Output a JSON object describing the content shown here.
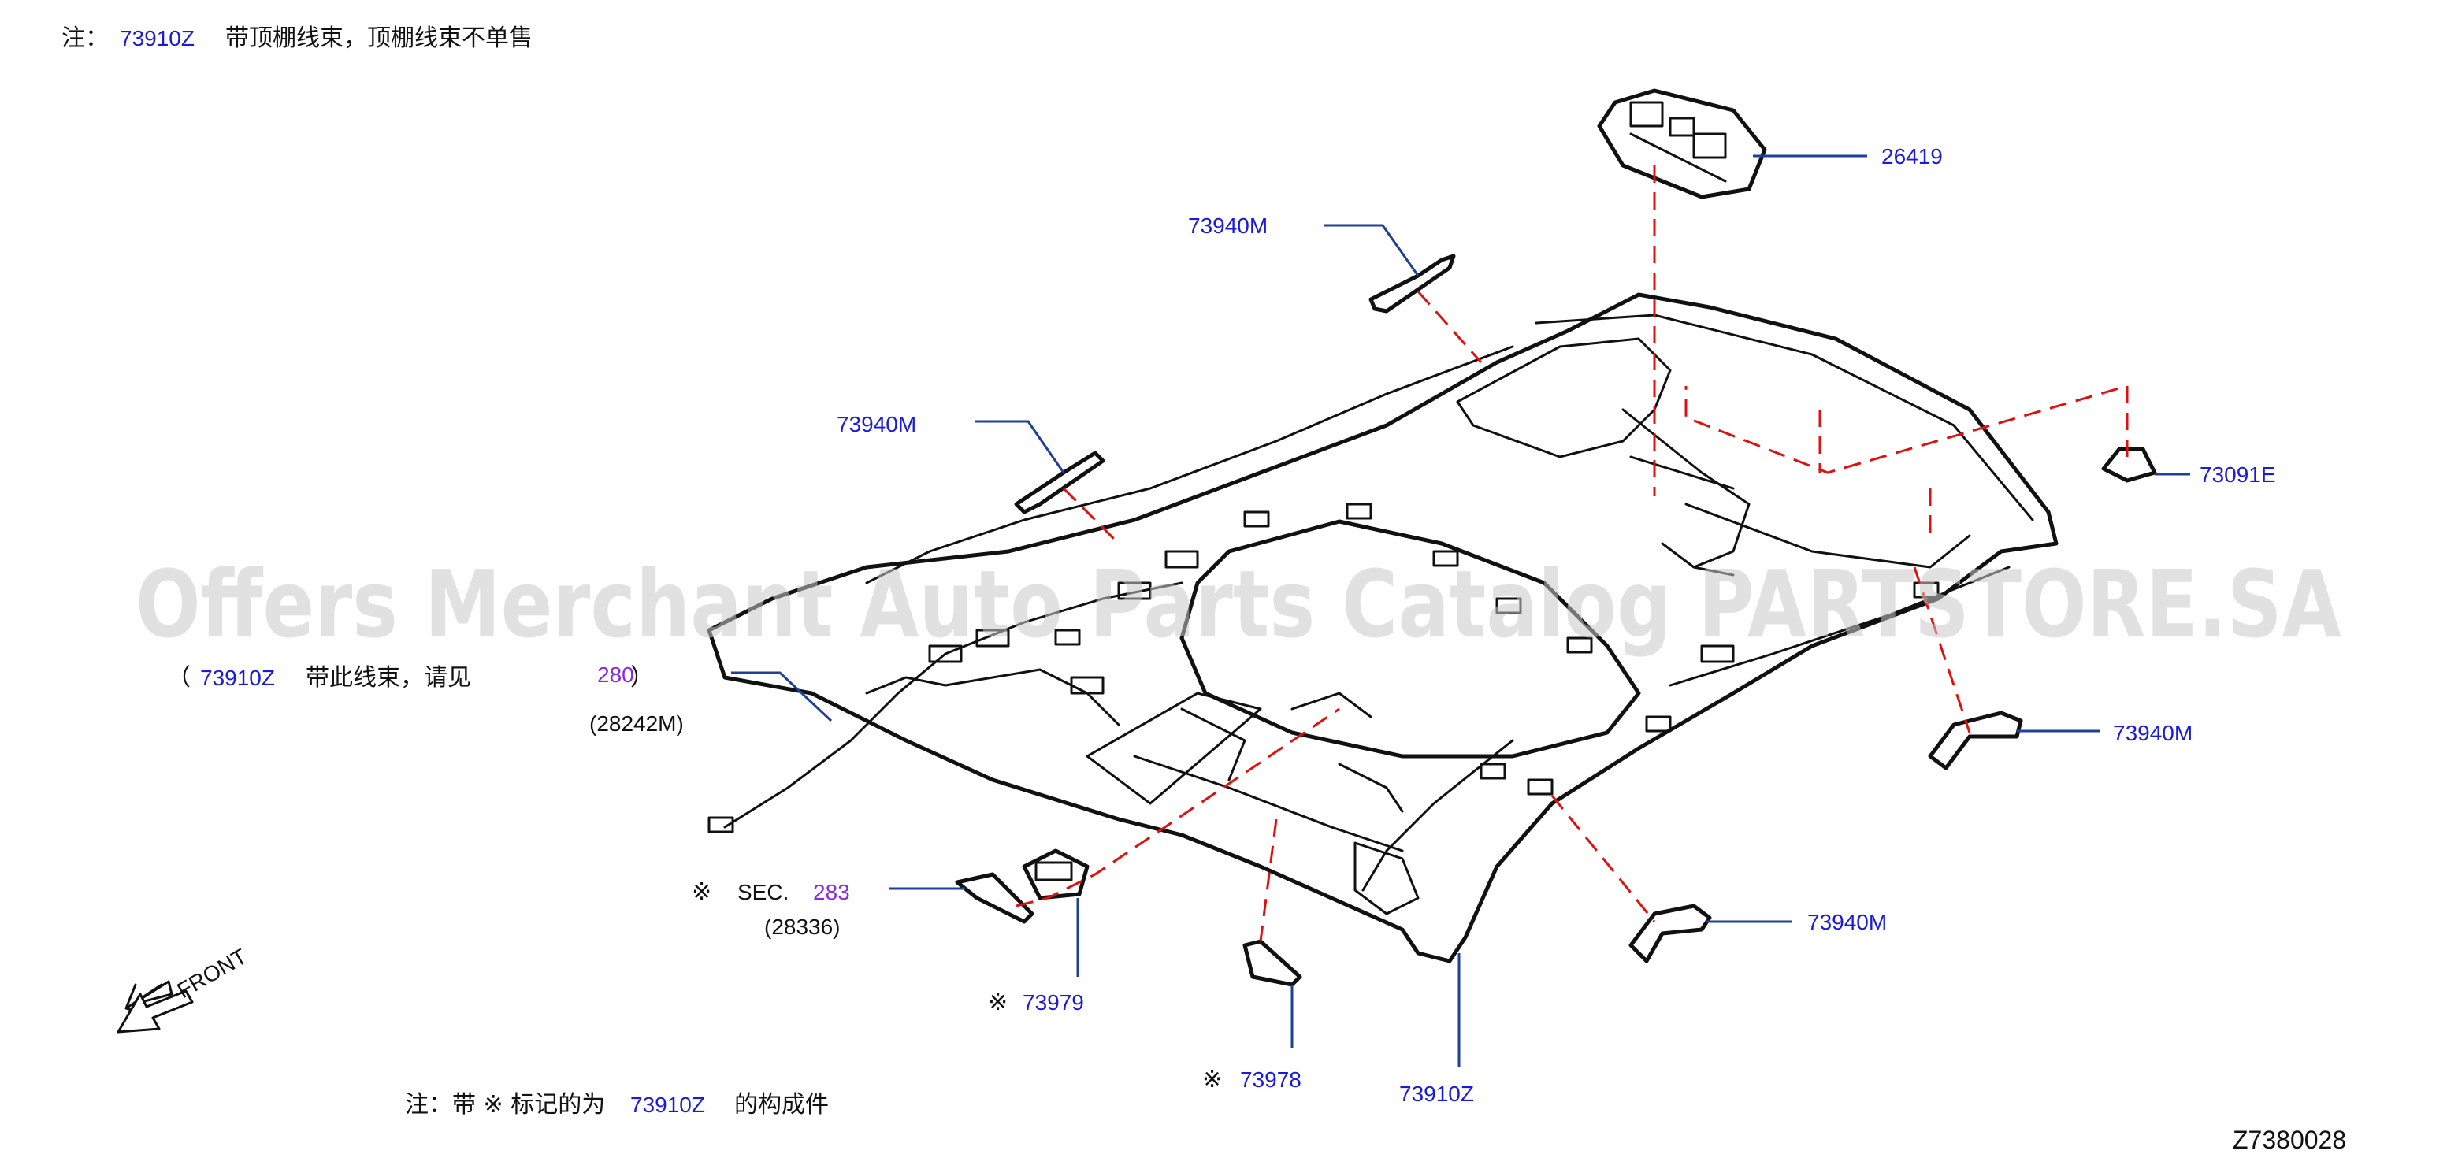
{
  "notes": {
    "top_prefix": "注：",
    "top_part": "73910Z",
    "top_text": "带顶棚线束，顶棚线束不单售",
    "bottom_prefix": "注：带 ※ 标记的为",
    "bottom_part": "73910Z",
    "bottom_text": "的构成件"
  },
  "harness_note": {
    "open": "（",
    "part": "73910Z",
    "text": "带此线束，请见",
    "sec": "280",
    "close": "）",
    "sub": "(28242M)"
  },
  "sec_note": {
    "mark": "※",
    "prefix": "SEC.",
    "sec": "283",
    "sub": "(28336)"
  },
  "callouts": {
    "c26419": "26419",
    "c73940m_top": "73940M",
    "c73940m_left": "73940M",
    "c73091e": "73091E",
    "c73940m_right": "73940M",
    "c73940m_bottom": "73940M",
    "c73979_mark": "※",
    "c73979": "73979",
    "c73978_mark": "※",
    "c73978": "73978",
    "c73910z": "73910Z"
  },
  "front_label": "FRONT",
  "diagram_id": "Z7380028",
  "watermark": "Offers Merchant Auto Parts Catalog PARTSTORE.SA",
  "colors": {
    "part_number": "#1a1adc",
    "section_ref": "#8a2be2",
    "leader": "#1e3f9a",
    "dashed": "#e01010"
  }
}
